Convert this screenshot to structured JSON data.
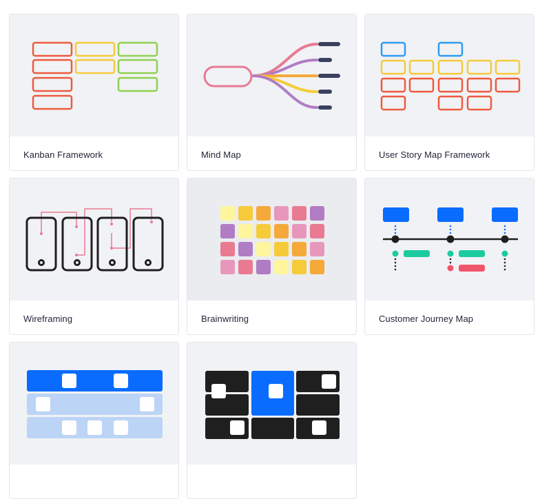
{
  "templates": [
    {
      "label": "Kanban Framework",
      "icon": "kanban-icon"
    },
    {
      "label": "Mind Map",
      "icon": "mind-map-icon"
    },
    {
      "label": "User Story Map Framework",
      "icon": "user-story-map-icon"
    },
    {
      "label": "Wireframing",
      "icon": "wireframing-icon"
    },
    {
      "label": "Brainwriting",
      "icon": "brainwriting-icon"
    },
    {
      "label": "Customer Journey Map",
      "icon": "customer-journey-map-icon"
    },
    {
      "label": "",
      "icon": "swimlane-icon"
    },
    {
      "label": "",
      "icon": "grid-blocks-icon"
    }
  ],
  "colors": {
    "red": "#ee5a3e",
    "yellow": "#f5cb3a",
    "green": "#8fd14f",
    "blue": "#2d9bf0",
    "pink": "#e87a92",
    "purple": "#b07dc4",
    "orange": "#f5a93b",
    "navy": "#3a4160",
    "primary": "#0a6cff",
    "teal": "#1dcba0",
    "black": "#1f1f1f",
    "lightblue": "#bcd4f6"
  }
}
